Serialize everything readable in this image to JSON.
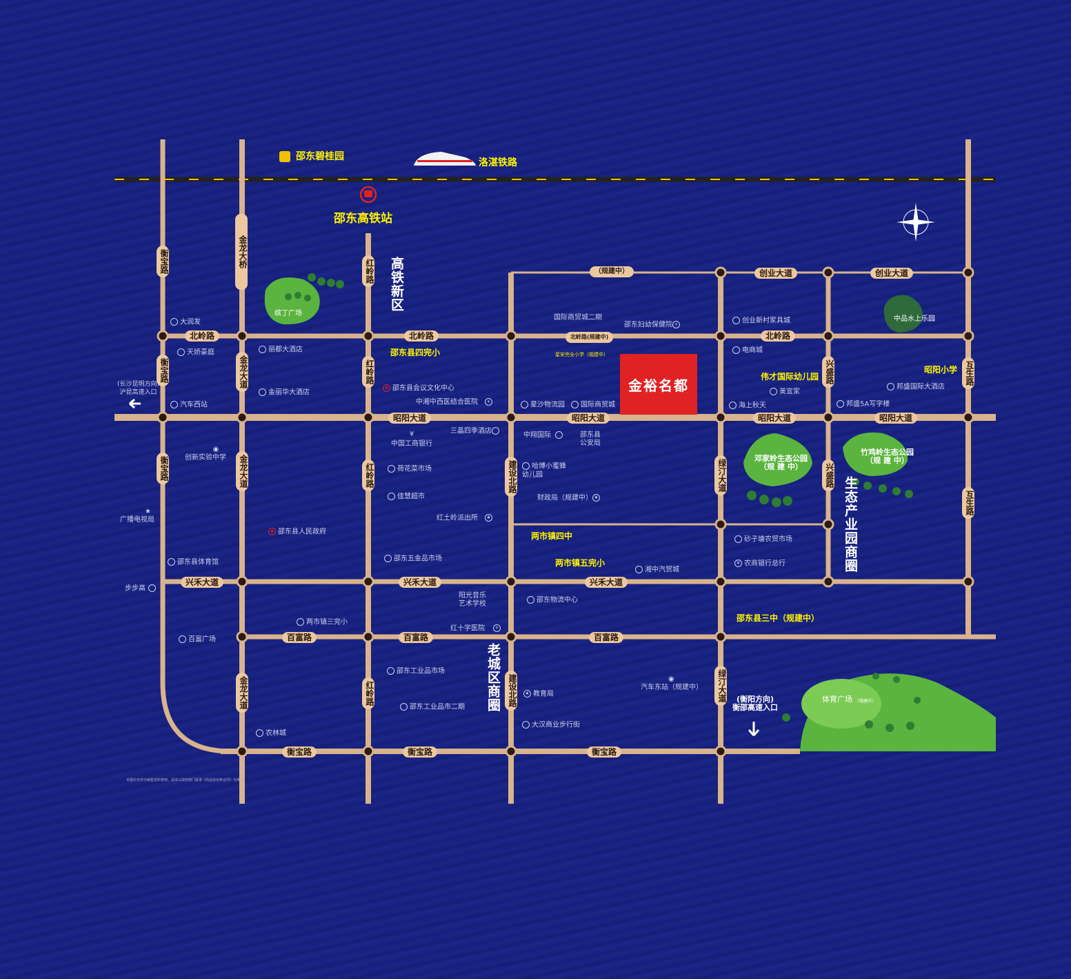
{
  "colors": {
    "background": "#17217d",
    "road": "#d8b38d",
    "project": "#e12224",
    "highlight": "#fff200",
    "park": "#5ab43f"
  },
  "project": {
    "name": "金裕名都"
  },
  "top": {
    "developer": "邵东碧桂园",
    "railway": "洛湛铁路",
    "station": "邵东高铁站"
  },
  "districts": {
    "gaotie": "高铁新区",
    "laocheng": "老城区商圈",
    "shengtai": "生态产业园商圈"
  },
  "roads": {
    "beiling": "北岭路",
    "beiling_planned": "北岭路(规建中)",
    "zhaoyang": "昭阳大道",
    "xinghe": "兴禾大道",
    "baifu": "百富路",
    "hengbao": "衡宝路",
    "chuangye": "创业大道",
    "planned": "（规建中）",
    "hengbao_v": "衡宝路",
    "jinlong_bridge": "金龙大桥",
    "jinlong": "金龙大道",
    "hongling": "红岭路",
    "jianshe": "建设北路",
    "lüting": "绿汀大道",
    "xingsheng": "兴盛路",
    "husheng": "互生路"
  },
  "directions": {
    "west": "(长沙昆明方向)\n沪昆高速入口",
    "south": "(衡阳方向)\n衡邵高速入口"
  },
  "parks": {
    "jiuding": "缤丁广场",
    "dengjialing": "邓家岭生态公园\n（规 建 中）",
    "zhujiling": "竹鸡岭生态公园\n（规 建 中）",
    "zhongpin": "中品水上乐园",
    "tiyu": "体育广场",
    "tiyu_note": "（规建中）"
  },
  "schools": {
    "s1": "邵东县四完小",
    "s2": "伟才国际幼儿园",
    "s3": "昭阳小学",
    "s4": "两市镇四中",
    "s5": "两市镇五完小",
    "s6": "邵东县三中（规建中）"
  },
  "pois": {
    "p1": "大润发",
    "p2": "天娇豪庭",
    "p3": "丽都大酒店",
    "p4": "金丽华大酒店",
    "p5": "汽车西站",
    "p6": "邵东县会议文化中心",
    "p7": "中湘中西医结合医院",
    "p8": "国际商贸城二期",
    "p9": "邵东妇幼保健院",
    "p10": "星安完全小学（规建中）",
    "p11": "星沙物流园",
    "p12": "国际商贸城",
    "p13": "创业新村家具城",
    "p14": "电商城",
    "p15": "美宜家",
    "p16": "海上秋天",
    "p17": "邦盛国际大酒店",
    "p18": "邦盛5A写字楼",
    "p19": "三晶四季酒店",
    "p20": "中国工商银行",
    "p21": "荷花菜市场",
    "p22": "佳慧超市",
    "p23": "红土岭派出所",
    "p24": "中翔国际",
    "p25": "邵东县\n公安局",
    "p26": "哈博小蜜蜂\n幼儿园",
    "p27": "财政局（规建中）",
    "p28": "创新实验中学",
    "p29": "广播电视局",
    "p30": "邵东县人民政府",
    "p31": "邵东县体育馆",
    "p32": "邵东五金品市场",
    "p33": "步步高",
    "p34": "湘中汽贸城",
    "p35": "砂子塘农贸市场",
    "p36": "农商银行总行",
    "p37": "阳光音乐\n艺术学校",
    "p38": "邵东物流中心",
    "p39": "两市镇三完小",
    "p40": "红十字医院",
    "p41": "百富广场",
    "p42": "邵东工业品市场",
    "p43": "邵东工业品市二期",
    "p44": "教育局",
    "p45": "汽车东站（规建中）",
    "p46": "农林城",
    "p47": "大汉商业步行街"
  },
  "footnote": "本图片仅作为销售资料使用，具体以政府部门批准《商品房买卖合同》为准。"
}
